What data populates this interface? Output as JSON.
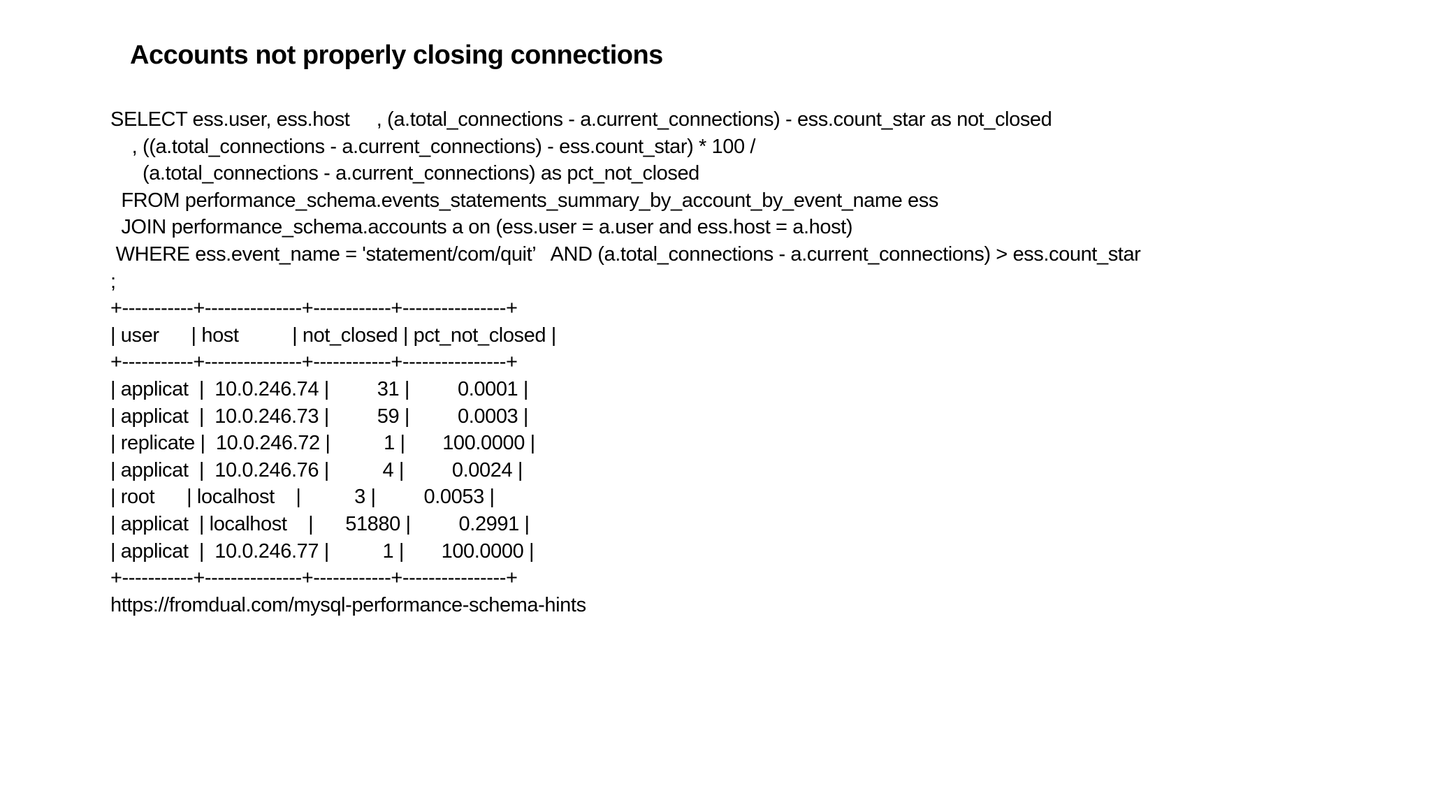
{
  "slide": {
    "title": "Accounts not properly closing connections",
    "colors": {
      "background": "#ffffff",
      "text": "#000000"
    },
    "sql_query": {
      "lines": [
        "SELECT ess.user, ess.host     , (a.total_connections - a.current_connections) - ess.count_star as not_closed",
        "    , ((a.total_connections - a.current_connections) - ess.count_star) * 100 /",
        "      (a.total_connections - a.current_connections) as pct_not_closed",
        "  FROM performance_schema.events_statements_summary_by_account_by_event_name ess",
        "  JOIN performance_schema.accounts a on (ess.user = a.user and ess.host = a.host)",
        " WHERE ess.event_name = 'statement/com/quit’   AND (a.total_connections - a.current_connections) > ess.count_star",
        ";"
      ]
    },
    "result_table": {
      "columns": [
        "user",
        "host",
        "not_closed",
        "pct_not_closed"
      ],
      "rows": [
        {
          "user": "applicat",
          "host": "10.0.246.74",
          "not_closed": "31",
          "pct_not_closed": "0.0001"
        },
        {
          "user": "applicat",
          "host": "10.0.246.73",
          "not_closed": "59",
          "pct_not_closed": "0.0003"
        },
        {
          "user": "replicate",
          "host": "10.0.246.72",
          "not_closed": "1",
          "pct_not_closed": "100.0000"
        },
        {
          "user": "applicat",
          "host": "10.0.246.76",
          "not_closed": "4",
          "pct_not_closed": "0.0024"
        },
        {
          "user": "root",
          "host": "localhost",
          "not_closed": "3",
          "pct_not_closed": "0.0053"
        },
        {
          "user": "applicat",
          "host": "localhost",
          "not_closed": "51880",
          "pct_not_closed": "0.2991"
        },
        {
          "user": "applicat",
          "host": "10.0.246.77",
          "not_closed": "1",
          "pct_not_closed": "100.0000"
        }
      ],
      "ascii_lines": [
        "+-----------+---------------+------------+----------------+",
        "| user      | host          | not_closed | pct_not_closed |",
        "+-----------+---------------+------------+----------------+",
        "| applicat  |  10.0.246.74 |         31 |         0.0001 |",
        "| applicat  |  10.0.246.73 |         59 |         0.0003 |",
        "| replicate |  10.0.246.72 |          1 |       100.0000 |",
        "| applicat  |  10.0.246.76 |          4 |         0.0024 |",
        "| root      | localhost    |          3 |         0.0053 |",
        "| applicat  | localhost    |      51880 |         0.2991 |",
        "| applicat  |  10.0.246.77 |          1 |       100.0000 |",
        "+-----------+---------------+------------+----------------+"
      ]
    },
    "footer_link": "https://fromdual.com/mysql-performance-schema-hints"
  }
}
